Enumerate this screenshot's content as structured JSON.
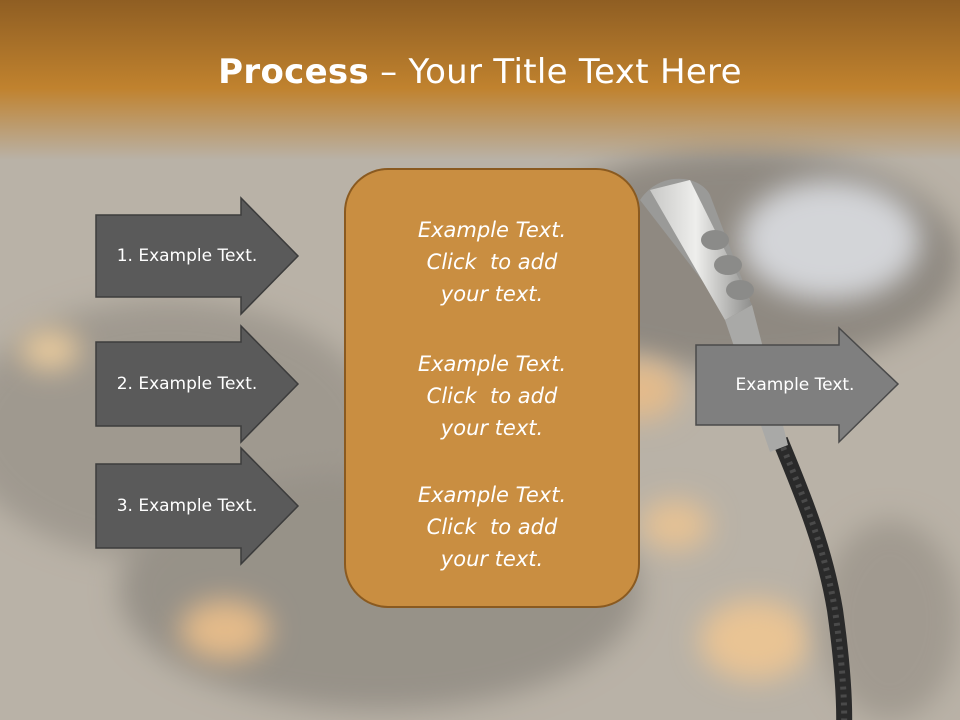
{
  "title": {
    "bold": "Process",
    "dash": " – ",
    "rest": "Your Title Text Here"
  },
  "left_arrows": [
    {
      "label": "1. Example Text."
    },
    {
      "label": "2. Example Text."
    },
    {
      "label": "3. Example Text."
    }
  ],
  "center_box": {
    "paragraphs": [
      {
        "line1": "Example Text.",
        "line2": "Click  to add",
        "line3": "your text."
      },
      {
        "line1": "Example Text.",
        "line2": "Click  to add",
        "line3": "your text."
      },
      {
        "line1": "Example Text.",
        "line2": "Click  to add",
        "line3": "your text."
      }
    ]
  },
  "right_arrow": {
    "label": "Example Text."
  },
  "colors": {
    "title_band": "#b77a2c",
    "center_box_fill": "#c98e41",
    "center_box_border": "#8a5a20",
    "left_arrow_fill": "#5a5a5a",
    "right_arrow_fill": "#7f7f7f",
    "text": "#ffffff"
  }
}
